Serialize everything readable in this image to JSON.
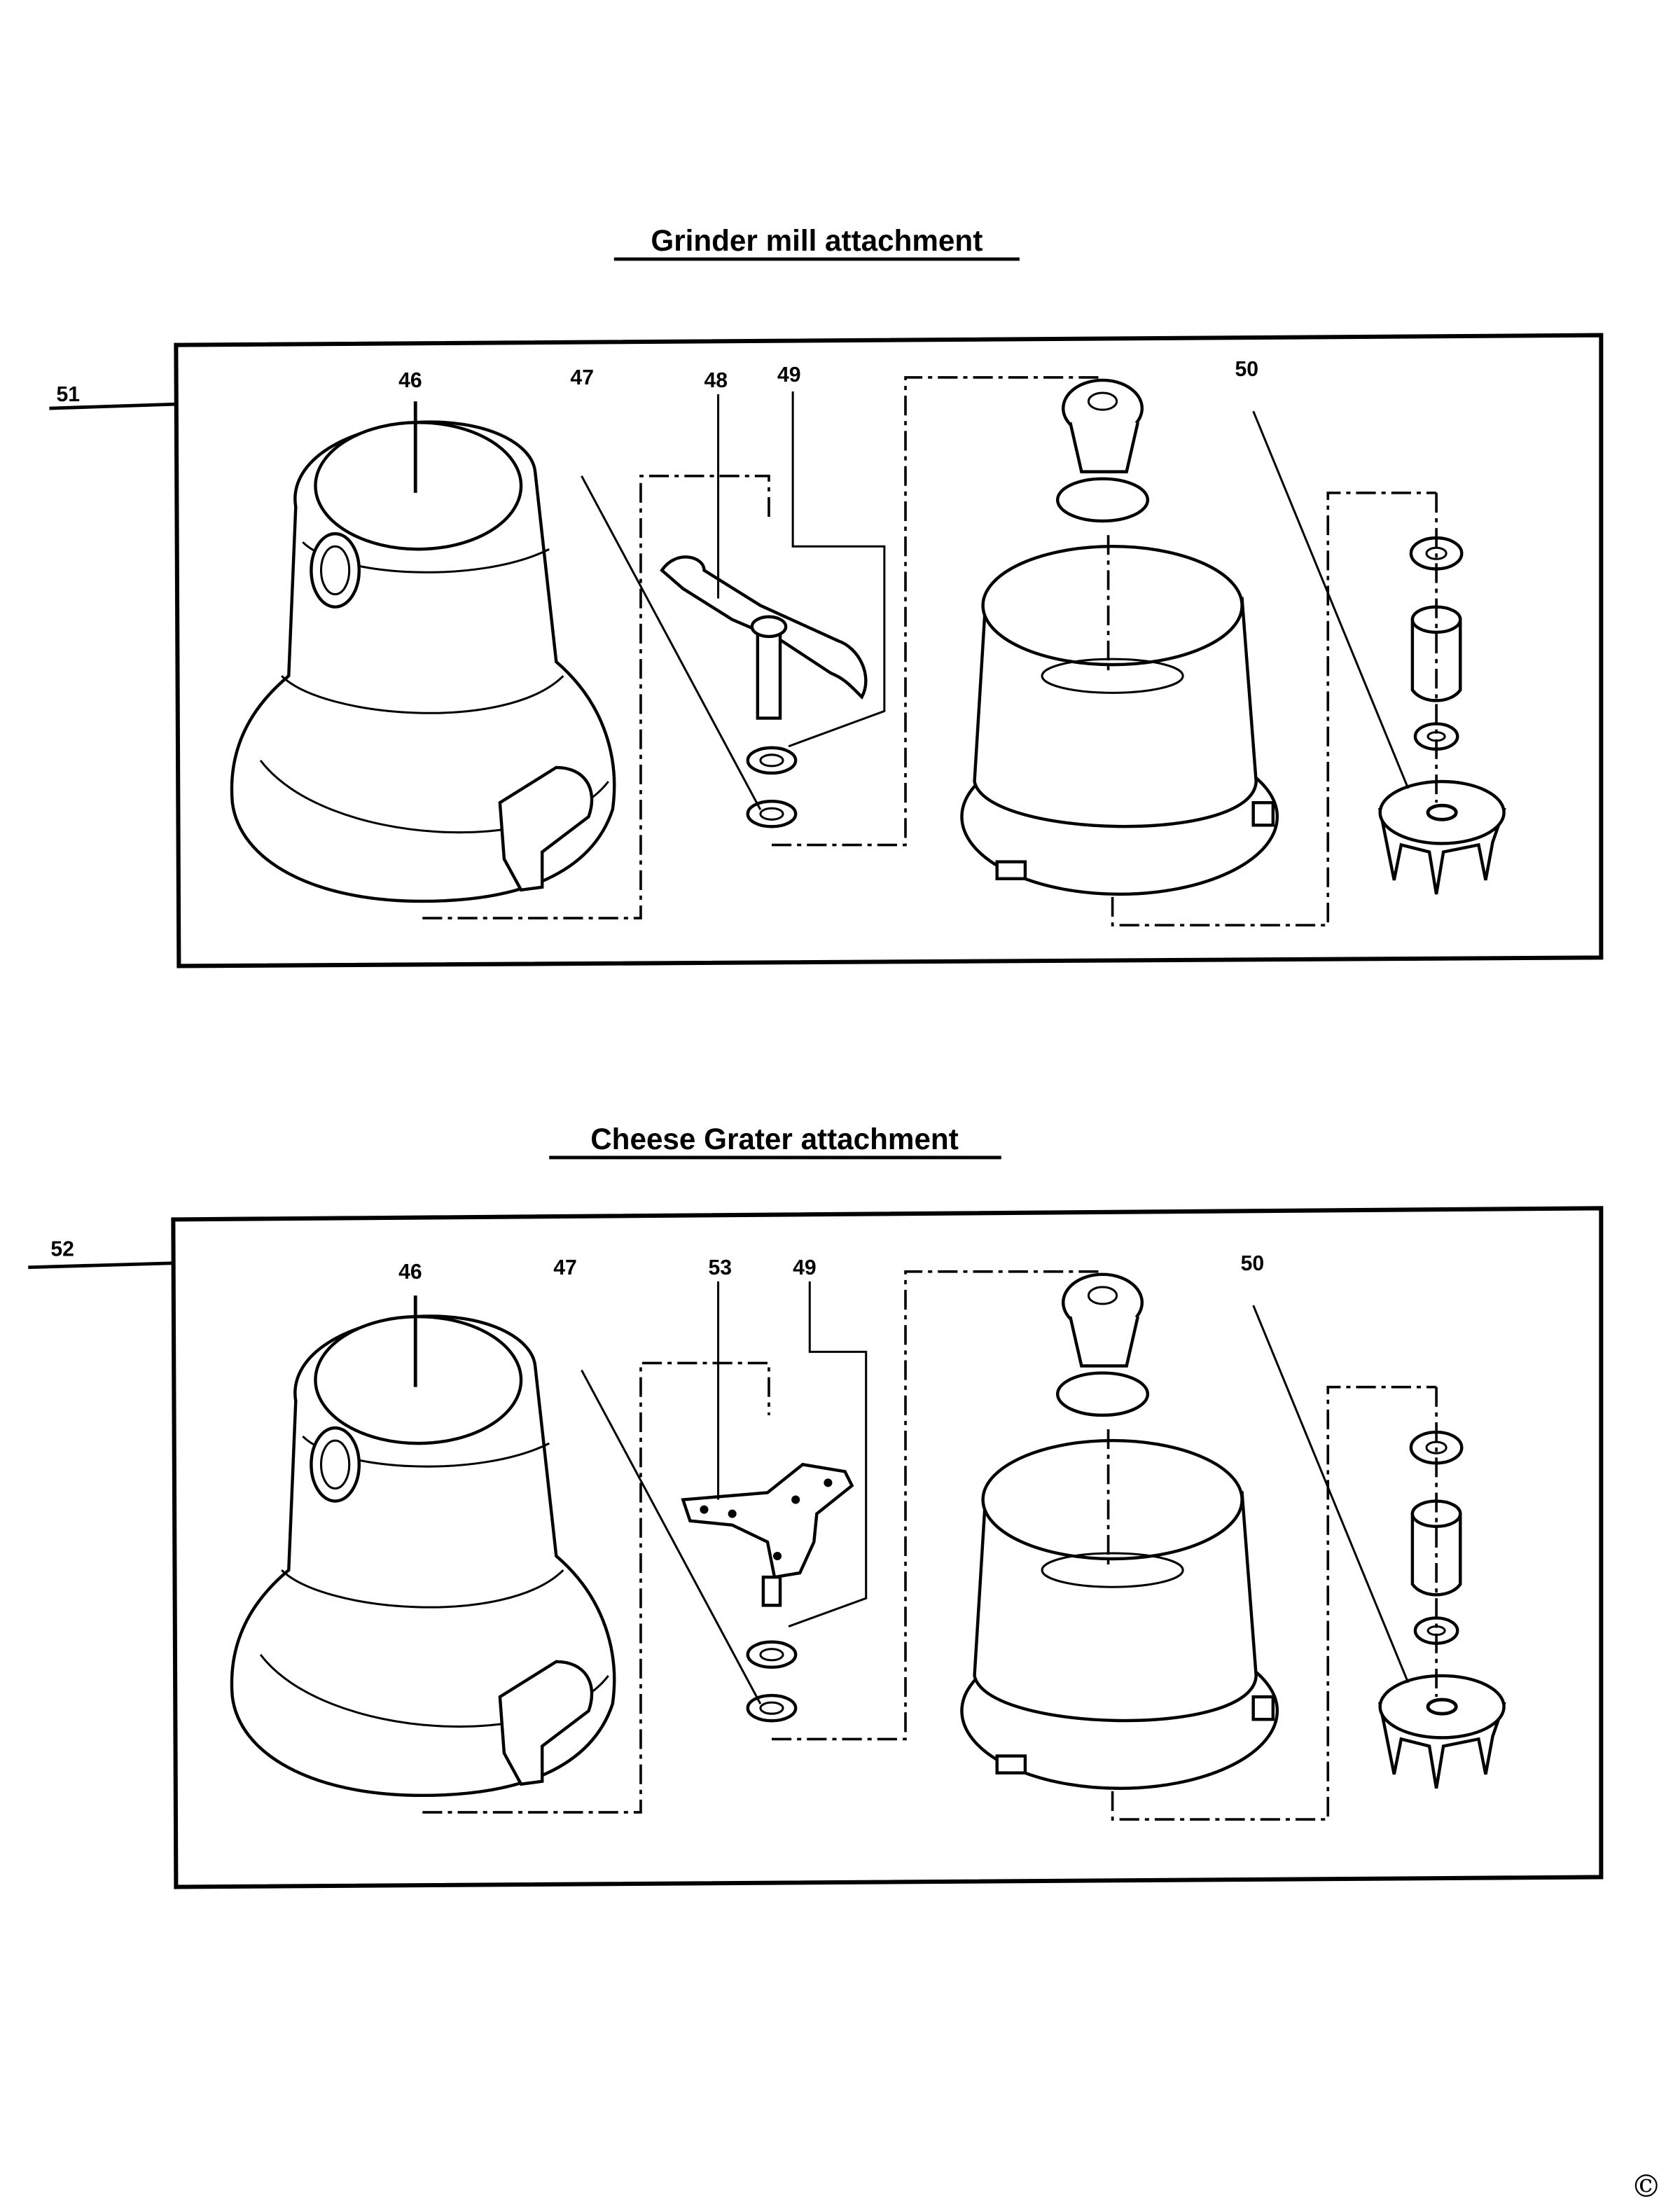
{
  "sections": [
    {
      "title": "Grinder mill attachment",
      "assembly_label": "51",
      "part_labels": [
        "46",
        "47",
        "48",
        "49",
        "50"
      ]
    },
    {
      "title": "Cheese Grater attachment",
      "assembly_label": "52",
      "part_labels": [
        "46",
        "47",
        "53",
        "49",
        "50"
      ]
    }
  ],
  "copyright_symbol": "©"
}
